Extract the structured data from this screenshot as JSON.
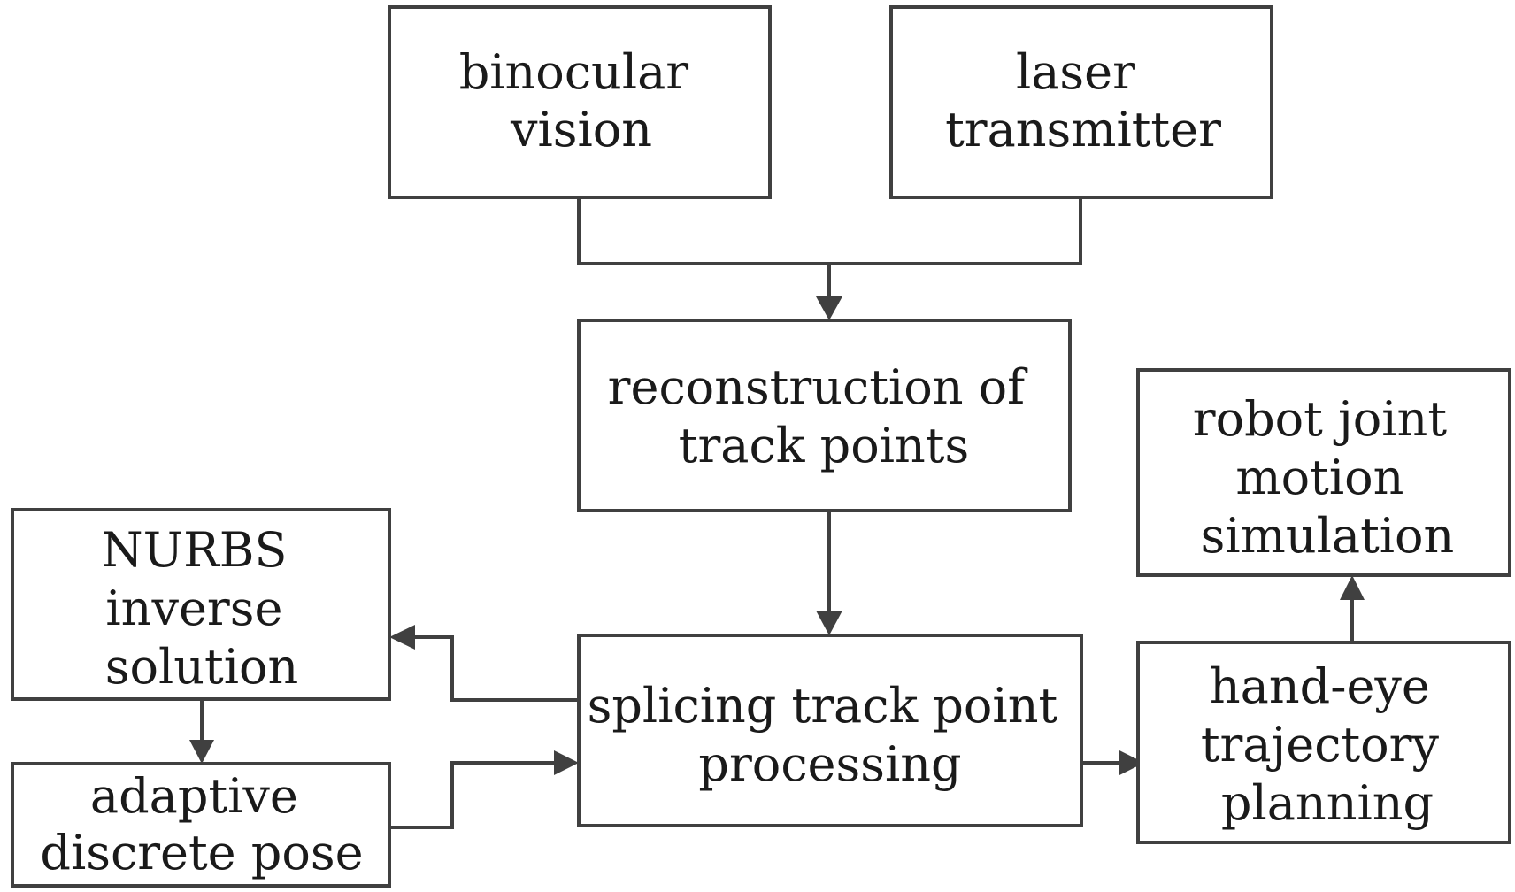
{
  "diagram": {
    "nodes": [
      {
        "id": "binocular",
        "lines": [
          "binocular",
          "vision"
        ]
      },
      {
        "id": "laser",
        "lines": [
          "laser",
          "transmitter"
        ]
      },
      {
        "id": "reconstruction",
        "lines": [
          "reconstruction of",
          "track points"
        ]
      },
      {
        "id": "splicing",
        "lines": [
          "splicing track point",
          "processing"
        ]
      },
      {
        "id": "nurbs",
        "lines": [
          "NURBS",
          "inverse",
          "solution"
        ]
      },
      {
        "id": "adaptive",
        "lines": [
          "adaptive",
          "discrete pose"
        ]
      },
      {
        "id": "handeye",
        "lines": [
          "hand-eye",
          "trajectory",
          "planning"
        ]
      },
      {
        "id": "robot",
        "lines": [
          "robot joint",
          "motion",
          "simulation"
        ]
      }
    ],
    "edges": [
      {
        "from": "binocular",
        "to": "reconstruction"
      },
      {
        "from": "laser",
        "to": "reconstruction"
      },
      {
        "from": "reconstruction",
        "to": "splicing"
      },
      {
        "from": "splicing",
        "to": "nurbs"
      },
      {
        "from": "nurbs",
        "to": "adaptive"
      },
      {
        "from": "adaptive",
        "to": "splicing"
      },
      {
        "from": "splicing",
        "to": "handeye"
      },
      {
        "from": "handeye",
        "to": "robot"
      }
    ],
    "colors": {
      "stroke": "#404040",
      "text": "#1a1a1a",
      "background": "#ffffff"
    }
  }
}
